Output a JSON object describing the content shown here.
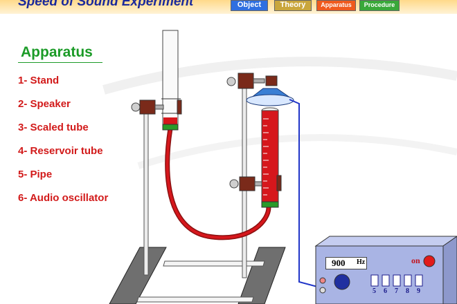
{
  "header": {
    "title": "Speed of Sound Experiment",
    "tabs": [
      "Object",
      "Theory",
      "Apparatus",
      "Procedure"
    ]
  },
  "section": {
    "title": "Apparatus",
    "parts": [
      "1- Stand",
      "2- Speaker",
      "3- Scaled tube",
      "4- Reservoir tube",
      "5- Pipe",
      "6- Audio oscillator"
    ]
  },
  "oscillator": {
    "frequency_value": "900",
    "frequency_unit": "Hz",
    "power_label": "on",
    "key_labels": [
      "5",
      "6",
      "7",
      "8",
      "9"
    ]
  },
  "colors": {
    "header_gradient_top": "#ffd98a",
    "title_blue": "#1a2a9c",
    "apparatus_green": "#1b9b27",
    "list_red": "#d21a1a",
    "liquid_red": "#d6171c",
    "oscillator_body": "#a9b4e4",
    "wire_blue": "#2035c8"
  }
}
